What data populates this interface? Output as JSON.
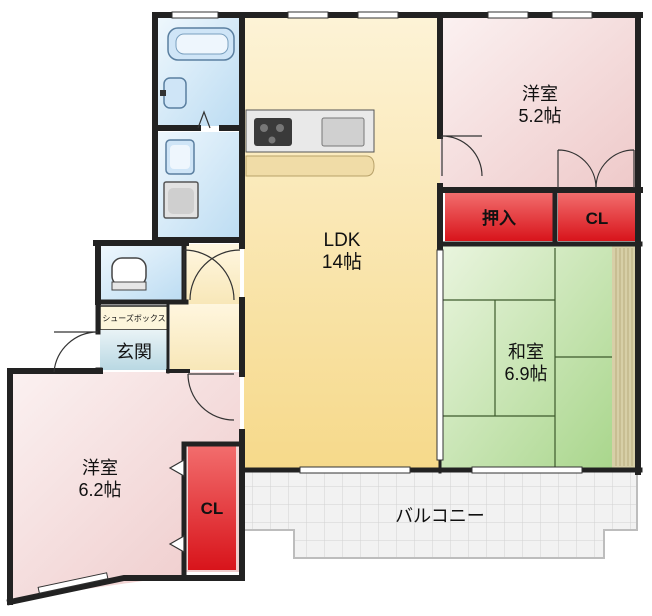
{
  "rooms": {
    "ldk": {
      "name": "LDK",
      "size": "14帖"
    },
    "west_bedroom_top": {
      "name": "洋室",
      "size": "5.2帖"
    },
    "washitsu": {
      "name": "和室",
      "size": "6.9帖"
    },
    "west_bedroom_bottom": {
      "name": "洋室",
      "size": "6.2帖"
    },
    "genkan": {
      "name": "玄関"
    },
    "shoe_box": {
      "name": "シューズボックス"
    },
    "oshiire": {
      "name": "押入"
    },
    "closet_top": {
      "name": "CL"
    },
    "closet_bottom": {
      "name": "CL"
    },
    "balcony": {
      "name": "バルコニー"
    }
  },
  "colors": {
    "wall": "#222222",
    "ldk_floor": "#f8e7b4",
    "bedroom_floor": "#f3dada",
    "tatami": "#cde8b8",
    "wet_area": "#d7ebf8",
    "storage_red": "#e8272b",
    "balcony_floor": "#e9e9e9",
    "genkan_floor": "#cfe6ee"
  }
}
